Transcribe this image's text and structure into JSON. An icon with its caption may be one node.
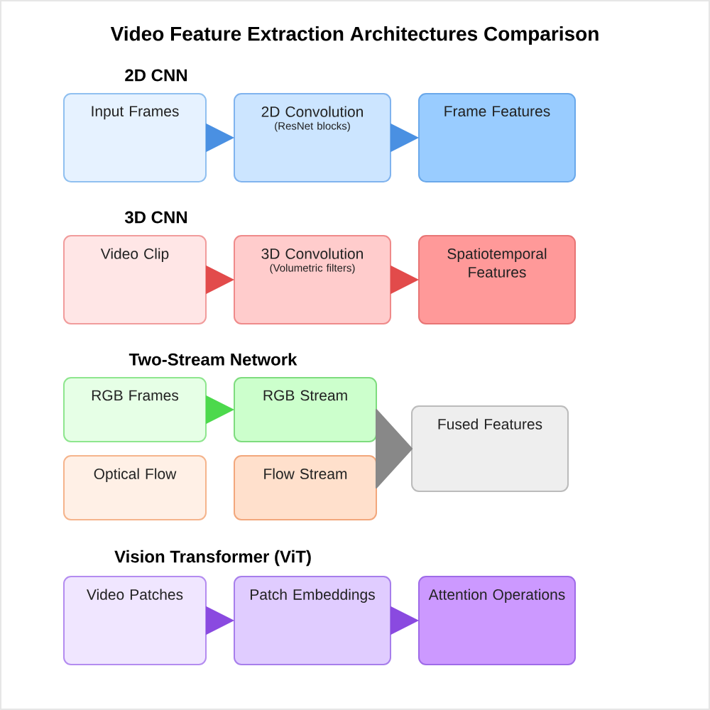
{
  "diagram": {
    "title": "Video Feature Extraction Architectures Comparison",
    "nodes": [
      {
        "text": [
          "Input Frames"
        ]
      },
      {
        "text": [
          "2D Convolution",
          "(ResNet blocks)"
        ]
      },
      {
        "text": [
          "Frame Features"
        ]
      },
      {
        "text": [
          "Video Clip"
        ]
      },
      {
        "text": [
          "3D Convolution",
          "(Volumetric filters)"
        ]
      },
      {
        "text": [
          "Spatiotemporal Features"
        ]
      },
      {
        "text": [
          "RGB Frames"
        ]
      },
      {
        "text": [
          "RGB Stream"
        ]
      },
      {
        "text": [
          "Fused Features"
        ]
      },
      {
        "text": [
          "Optical Flow"
        ]
      },
      {
        "text": [
          "Flow Stream"
        ]
      },
      {
        "text": [
          "Video Patches"
        ]
      },
      {
        "text": [
          "Patch Embeddings"
        ]
      },
      {
        "text": [
          "Attention Operations"
        ]
      }
    ],
    "edges": [
      {
        "from": 0,
        "to": 1,
        "arrow": "to",
        "color": "#4a90e2"
      },
      {
        "from": 1,
        "to": 2,
        "arrow": "to",
        "color": "#4a90e2"
      },
      {
        "from": 3,
        "to": 4,
        "arrow": "to",
        "color": "#e24b4b"
      },
      {
        "from": 4,
        "to": 5,
        "arrow": "to",
        "color": "#e24b4b"
      },
      {
        "from": 6,
        "to": 7,
        "arrow": "to",
        "color": "#4cd94c"
      },
      {
        "from": 7,
        "to": 8,
        "arrow": "to",
        "color": "#888888"
      },
      {
        "from": 10,
        "to": 8,
        "arrow": "to",
        "color": "#888888"
      },
      {
        "from": 11,
        "to": 12,
        "arrow": "to",
        "color": "#8a4ae0"
      },
      {
        "from": 12,
        "to": 13,
        "arrow": "to",
        "color": "#8a4ae0"
      }
    ],
    "labels": [
      "2D CNN",
      "3D CNN",
      "Two-Stream Network",
      "Vision Transformer (ViT)"
    ]
  }
}
